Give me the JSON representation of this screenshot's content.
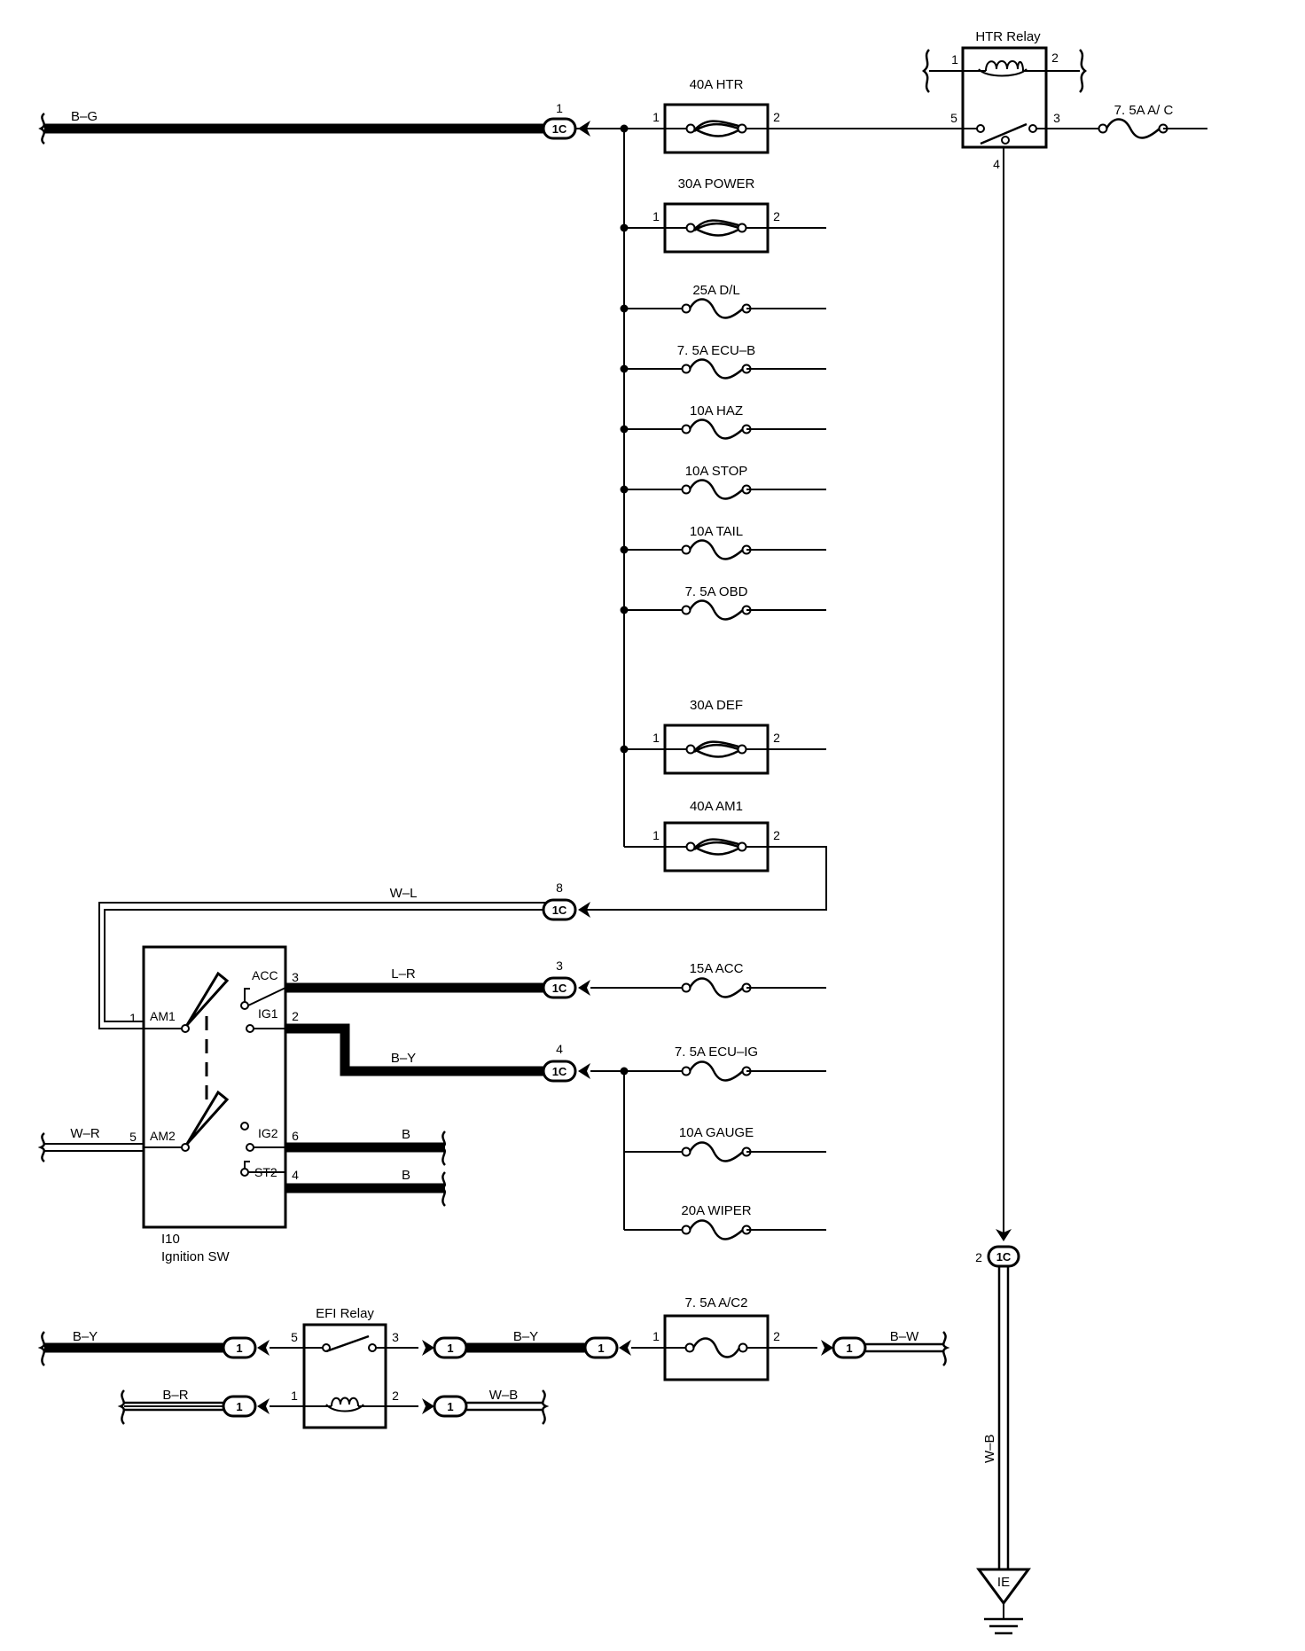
{
  "colors": {
    "line": "#000000",
    "background": "#ffffff"
  },
  "fuses": {
    "htr": "40A HTR",
    "power": "30A POWER",
    "dl": "25A D/L",
    "ecu_b": "7. 5A ECU–B",
    "haz": "10A HAZ",
    "stop": "10A STOP",
    "tail": "10A TAIL",
    "obd": "7. 5A OBD",
    "def": "30A DEF",
    "am1": "40A AM1",
    "acc": "15A ACC",
    "ecu_ig": "7. 5A ECU–IG",
    "gauge": "10A GAUGE",
    "wiper": "20A WIPER",
    "a_c": "7. 5A A/ C",
    "a_c2": "7. 5A A/C2"
  },
  "relays": {
    "htr": "HTR Relay",
    "efi": "EFI Relay"
  },
  "wires": {
    "b_g": "B–G",
    "w_l": "W–L",
    "l_r": "L–R",
    "b_y": "B–Y",
    "b": "B",
    "w_r": "W–R",
    "w_b": "W–B",
    "b_w": "B–W",
    "b_r": "B–R"
  },
  "connectors": {
    "c1c": "1C",
    "c1": "1"
  },
  "switch": {
    "id": "I10",
    "name": "Ignition SW",
    "acc": "ACC",
    "ig1": "IG1",
    "am1": "AM1",
    "am2": "AM2",
    "ig2": "IG2",
    "st2": "ST2"
  },
  "ground": "IE",
  "pins": {
    "p1": "1",
    "p2": "2",
    "p3": "3",
    "p4": "4",
    "p5": "5",
    "p6": "6",
    "p8": "8"
  }
}
